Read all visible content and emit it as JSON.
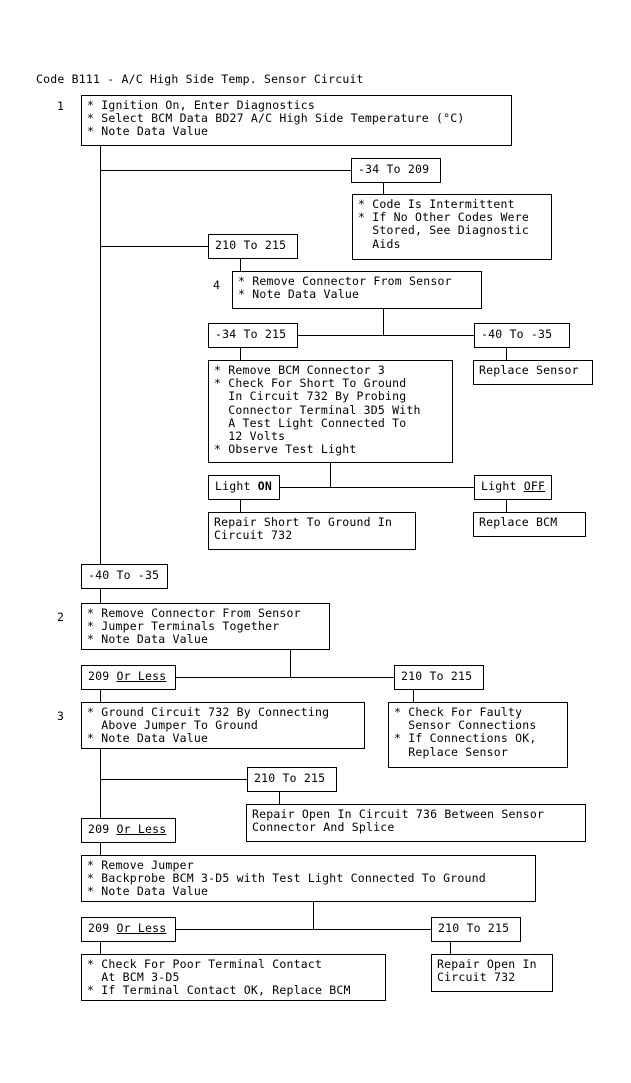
{
  "title": "Code B111 - A/C High Side Temp. Sensor Circuit",
  "steps": {
    "s1": "1",
    "s2": "2",
    "s3": "3",
    "s4": "4"
  },
  "boxes": {
    "step1": "* Ignition On, Enter Diagnostics\n* Select BCM Data BD27 A/C High Side Temperature (°C)\n* Note Data Value",
    "range_m34_209": "-34 To 209",
    "intermittent": "* Code Is Intermittent\n* If No Other Codes Were\n  Stored, See Diagnostic\n  Aids",
    "range_210_215_a": "210 To 215",
    "step4": "* Remove Connector From Sensor\n* Note Data Value",
    "range_m34_215": "-34 To 215",
    "range_m40_m35_a": "-40 To -35",
    "replace_sensor": "Replace Sensor",
    "bcm_check": "* Remove BCM Connector 3\n* Check For Short To Ground\n  In Circuit 732 By Probing\n  Connector Terminal 3D5 With\n  A Test Light Connected To\n  12 Volts\n* Observe Test Light",
    "light_on_prefix": "Light ",
    "light_on_emph": "ON",
    "light_off_prefix": "Light ",
    "light_off_emph": "OFF",
    "repair_short": "Repair Short To Ground In\nCircuit 732",
    "replace_bcm": "Replace BCM",
    "range_m40_m35_b": "-40 To -35",
    "step2": "* Remove Connector From Sensor\n* Jumper Terminals Together\n* Note Data Value",
    "range_209_less_a_prefix": "209 ",
    "range_209_less_a_emph": "Or Less",
    "range_210_215_b": "210 To 215",
    "step3": "* Ground Circuit 732 By Connecting\n  Above Jumper To Ground\n* Note Data Value",
    "faulty_conn": "* Check For Faulty\n  Sensor Connections\n* If Connections OK,\n  Replace Sensor",
    "range_210_215_c": "210 To 215",
    "repair_736": "Repair Open In Circuit 736 Between Sensor\nConnector And Splice",
    "range_209_less_b_prefix": "209 ",
    "range_209_less_b_emph": "Or Less",
    "backprobe": "* Remove Jumper\n* Backprobe BCM 3-D5 with Test Light Connected To Ground\n* Note Data Value",
    "range_209_less_c_prefix": "209 ",
    "range_209_less_c_emph": "Or Less",
    "range_210_215_d": "210 To 215",
    "poor_contact": "* Check For Poor Terminal Contact\n  At BCM 3-D5\n* If Terminal Contact OK, Replace BCM",
    "repair_732": "Repair Open In\nCircuit 732"
  },
  "colors": {
    "ink": "#000000",
    "paper": "#ffffff"
  }
}
